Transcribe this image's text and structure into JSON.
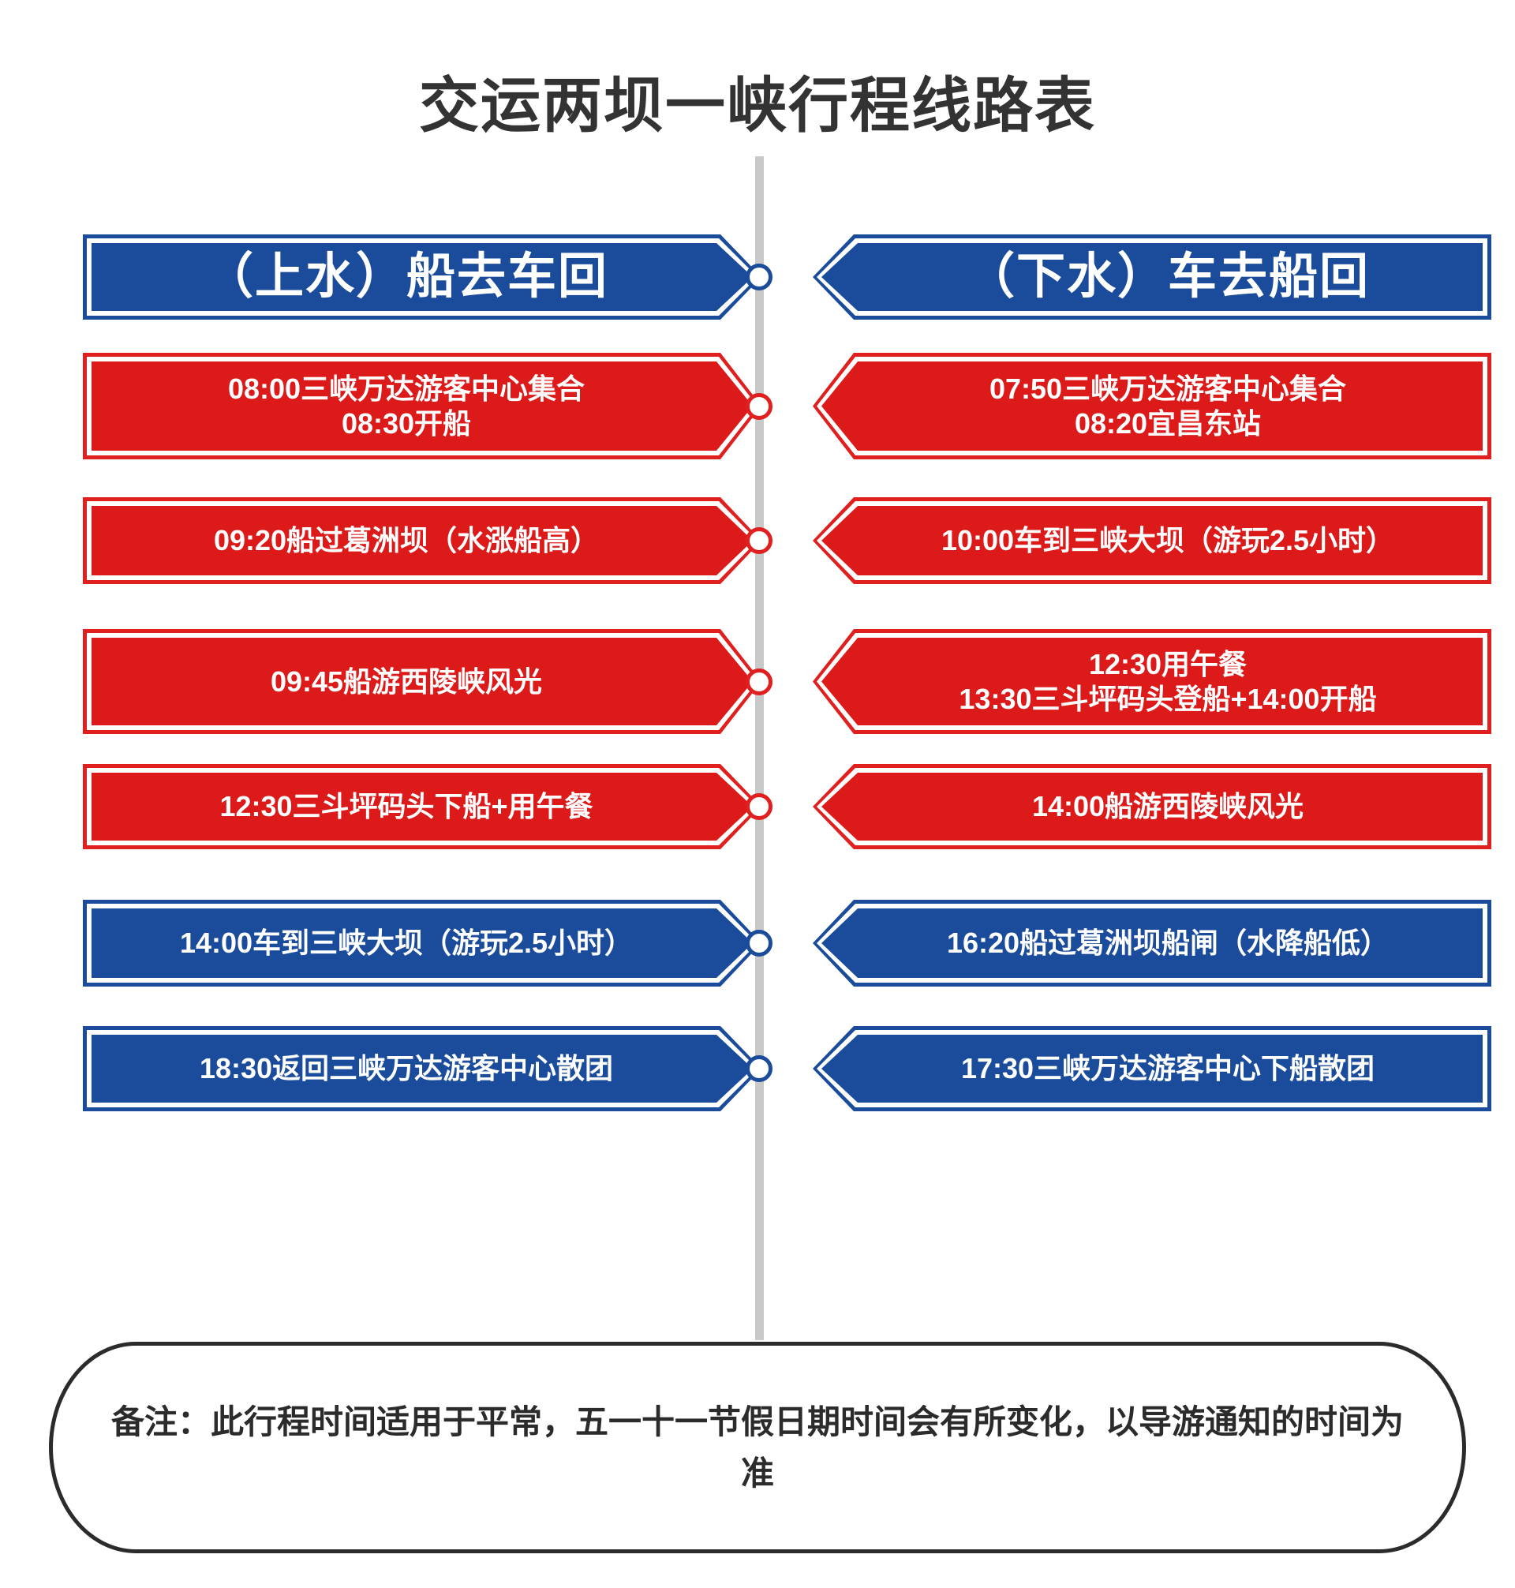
{
  "title": "交运两坝一峡行程线路表",
  "colors": {
    "blue": "#1B4C9C",
    "red": "#DD1A1A",
    "title_gray": "#333333",
    "timeline_gray": "#C9C9C9",
    "note_border": "#2B2B2B"
  },
  "columns": {
    "left": {
      "header": "（上水）船去车回",
      "direction": "point-right",
      "steps": [
        {
          "text": "08:00三峡万达游客中心集合\n08:30开船",
          "color": "red"
        },
        {
          "text": "09:20船过葛洲坝（水涨船高）",
          "color": "red"
        },
        {
          "text": "09:45船游西陵峡风光",
          "color": "red"
        },
        {
          "text": "12:30三斗坪码头下船+用午餐",
          "color": "red"
        },
        {
          "text": "14:00车到三峡大坝（游玩2.5小时）",
          "color": "blue"
        },
        {
          "text": "18:30返回三峡万达游客中心散团",
          "color": "blue"
        }
      ]
    },
    "right": {
      "header": "（下水）车去船回",
      "direction": "point-left",
      "steps": [
        {
          "text": "07:50三峡万达游客中心集合\n08:20宜昌东站",
          "color": "red"
        },
        {
          "text": "10:00车到三峡大坝（游玩2.5小时）",
          "color": "red"
        },
        {
          "text": "12:30用午餐\n13:30三斗坪码头登船+14:00开船",
          "color": "red"
        },
        {
          "text": "14:00船游西陵峡风光",
          "color": "red"
        },
        {
          "text": "16:20船过葛洲坝船闸（水降船低）",
          "color": "blue"
        },
        {
          "text": "17:30三峡万达游客中心下船散团",
          "color": "blue"
        }
      ]
    }
  },
  "timeline_markers": [
    {
      "color": "blue"
    },
    {
      "color": "red"
    },
    {
      "color": "red"
    },
    {
      "color": "red"
    },
    {
      "color": "red"
    },
    {
      "color": "blue"
    },
    {
      "color": "blue"
    }
  ],
  "footer_note": "备注：此行程时间适用于平常，五一十一节假日期时间会有所变化，以导游通知的时间为准"
}
